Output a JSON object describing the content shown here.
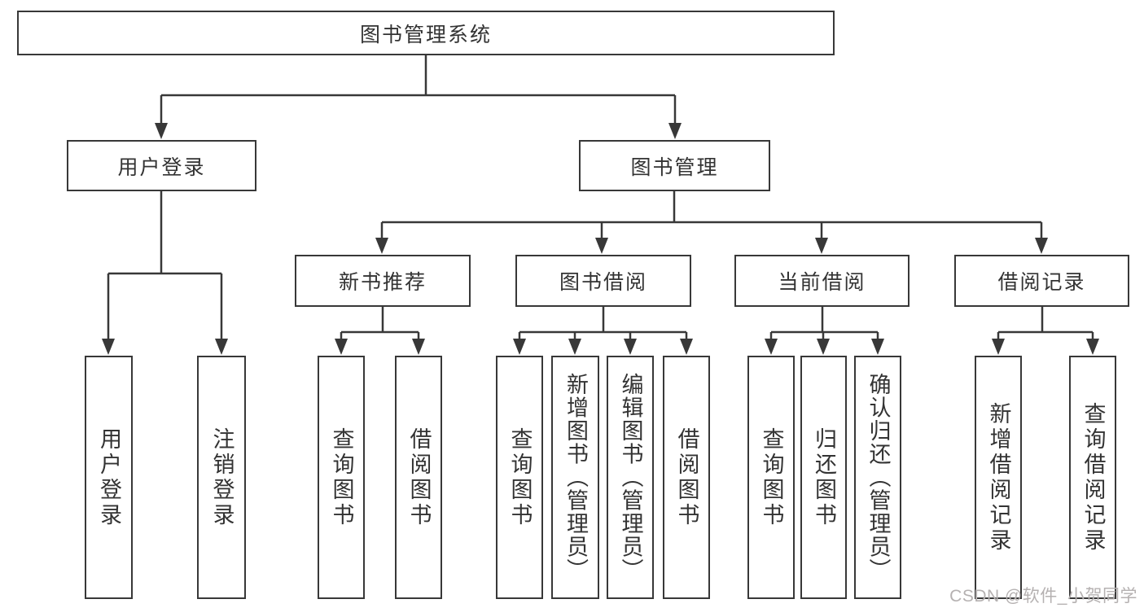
{
  "diagram": {
    "root": {
      "label": "图书管理系统",
      "children": [
        {
          "label": "用户登录",
          "children": [
            {
              "label": "用户登录"
            },
            {
              "label": "注销登录"
            }
          ]
        },
        {
          "label": "图书管理",
          "children": [
            {
              "label": "新书推荐",
              "children": [
                {
                  "label": "查询图书"
                },
                {
                  "label": "借阅图书"
                }
              ]
            },
            {
              "label": "图书借阅",
              "children": [
                {
                  "label": "查询图书"
                },
                {
                  "label": "新增图书（管理员）"
                },
                {
                  "label": "编辑图书（管理员）"
                },
                {
                  "label": "借阅图书"
                }
              ]
            },
            {
              "label": "当前借阅",
              "children": [
                {
                  "label": "查询图书"
                },
                {
                  "label": "归还图书"
                },
                {
                  "label": "确认归还（管理员）"
                }
              ]
            },
            {
              "label": "借阅记录",
              "children": [
                {
                  "label": "新增借阅记录"
                },
                {
                  "label": "查询借阅记录"
                }
              ]
            }
          ]
        }
      ]
    }
  },
  "watermark": {
    "text": "CSDN @软件_小贺同学"
  },
  "colors": {
    "line": "#383838",
    "text": "#333333",
    "background": "#ffffff",
    "watermark": "#b5b1b1"
  }
}
